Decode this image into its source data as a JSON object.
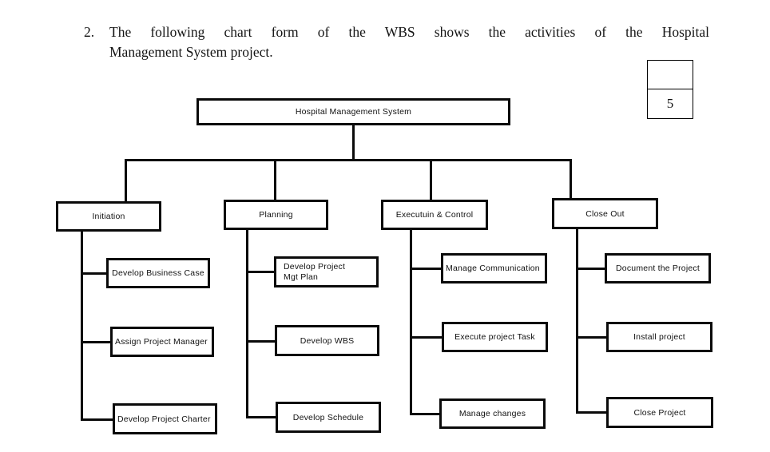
{
  "question": {
    "number": "2.",
    "text": "The following chart form of the WBS shows the activities of the Hospital Management System project.",
    "lines": [
      "The following chart form of the WBS shows the activities of the Hospital",
      "Management System project."
    ]
  },
  "score_box": {
    "value": "5"
  },
  "wbs": {
    "root": "Hospital Management System",
    "branches": [
      {
        "label": "Initiation",
        "children": [
          "Develop Business Case",
          "Assign Project Manager",
          "Develop Project Charter"
        ]
      },
      {
        "label": "Planning",
        "children": [
          "Develop Project Mgt Plan",
          "Develop WBS",
          "Develop Schedule"
        ]
      },
      {
        "label": "Executuin & Control",
        "children": [
          "Manage Communication",
          "Execute project Task",
          "Manage changes"
        ]
      },
      {
        "label": "Close Out",
        "children": [
          "Document the Project",
          "Install project",
          "Close Project"
        ]
      }
    ]
  },
  "colors": {
    "line": "#0a0a0a",
    "background": "#ffffff"
  }
}
